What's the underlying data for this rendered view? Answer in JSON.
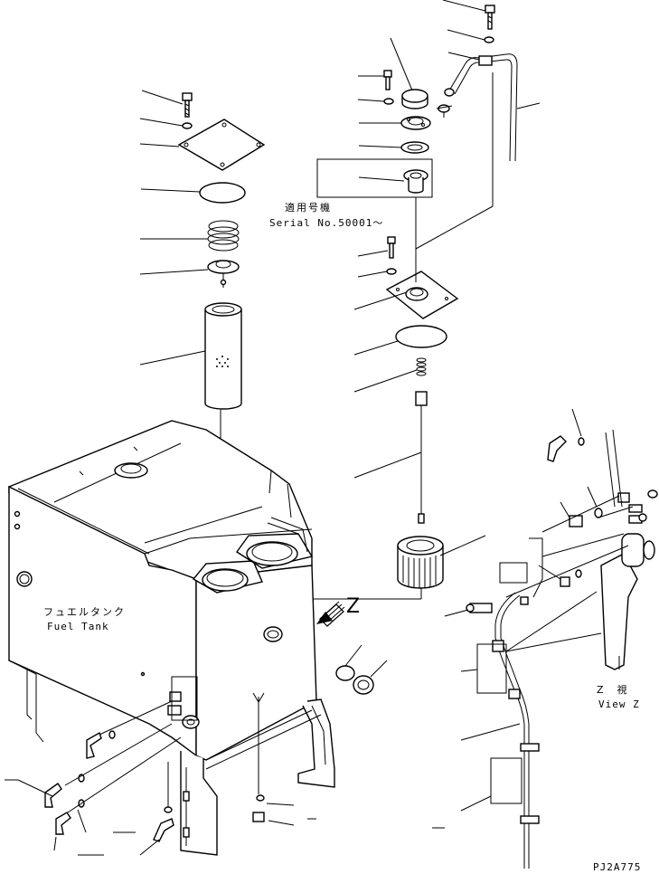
{
  "labels": {
    "serial_jp": "適用号機",
    "serial_en": "Serial No.50001～",
    "tank_jp": "フュエルタンク",
    "tank_en": "Fuel Tank",
    "view_z_jp": "Z　視",
    "view_z_en": "View Z",
    "z_arrow": "Z",
    "drawing_code": "PJ2A775"
  }
}
